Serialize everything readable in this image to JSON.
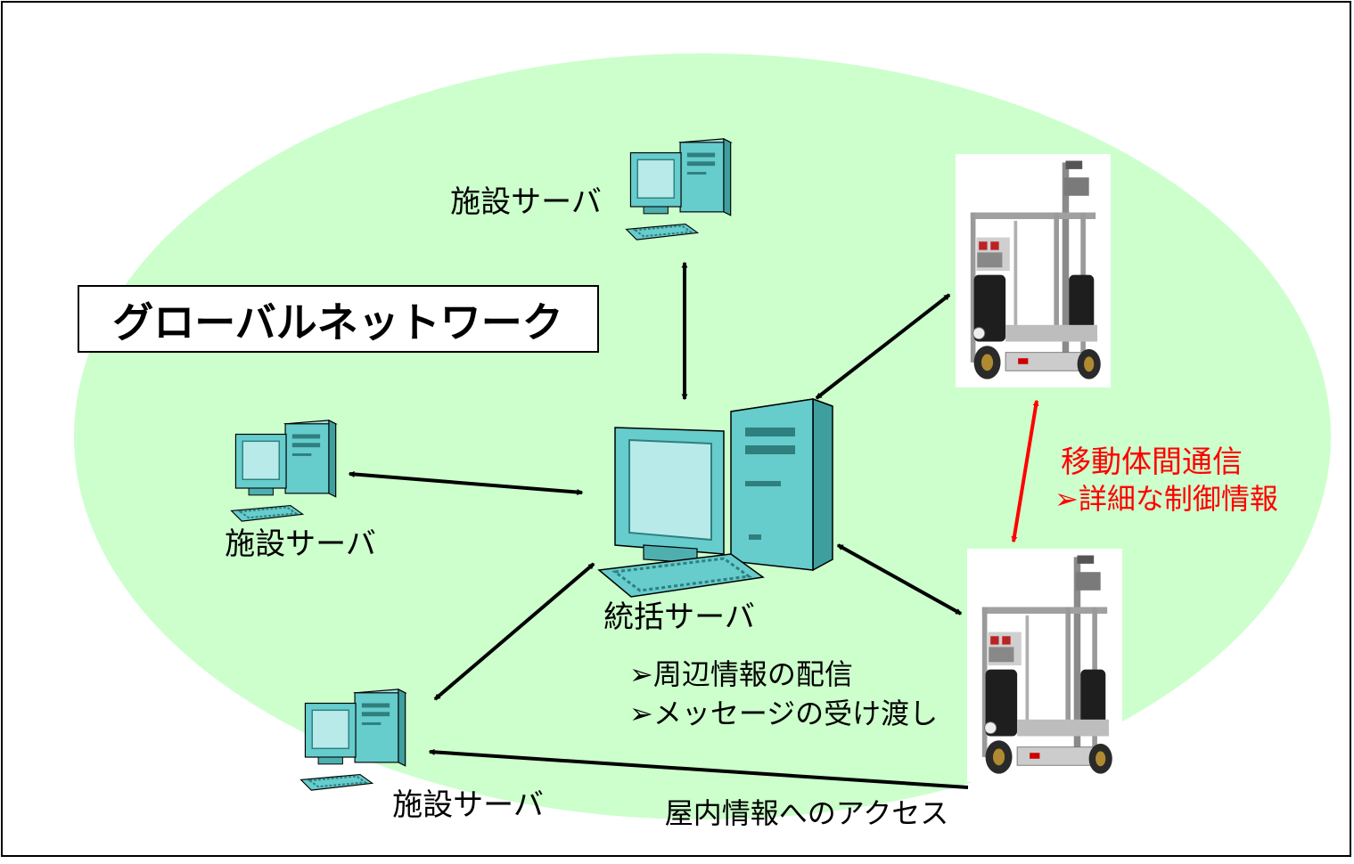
{
  "title": "グローバルネットワーク",
  "central_server": {
    "label": "統括サーバ",
    "features": [
      "➢周辺情報の配信",
      "➢メッセージの受け渡し"
    ]
  },
  "facility_servers": [
    {
      "label": "施設サーバ"
    },
    {
      "label": "施設サーバ"
    },
    {
      "label": "施設サーバ"
    }
  ],
  "inter_robot": {
    "title": "移動体間通信",
    "detail": "➢詳細な制御情報"
  },
  "indoor_access": "屋内情報へのアクセス",
  "colors": {
    "network_fill": "#ccffcc",
    "computer_fill": "#66cccc",
    "arrow": "#000000",
    "robot_link": "#ff0000"
  }
}
